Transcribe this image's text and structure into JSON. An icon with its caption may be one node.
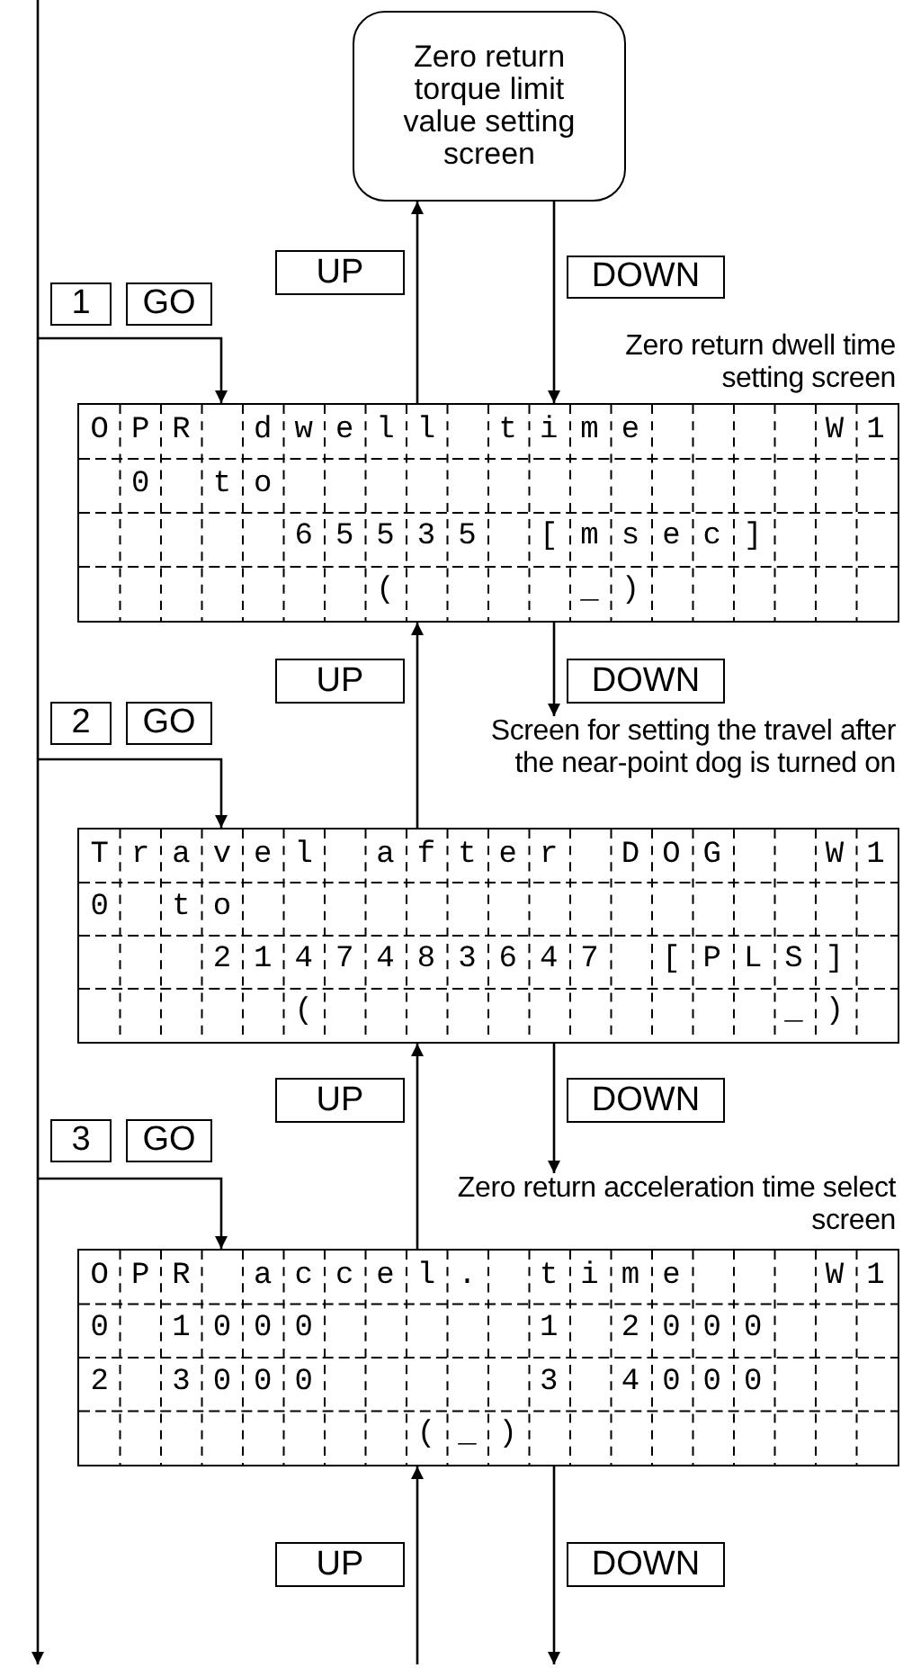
{
  "diagram": {
    "nodes": [
      {
        "text": [
          "Zero return torque limit value setting screen"
        ]
      },
      {
        "text": [
          "OPR dwell time    W1",
          " 0 to",
          "     65535 [msec]",
          "       (    _)"
        ],
        "beside": [
          "Zero return dwell time setting screen"
        ]
      },
      {
        "text": [
          "Travel after DOG  W1",
          "0 to",
          "   2147483647 [PLS]",
          "     (           _)"
        ],
        "beside": [
          "Screen for setting the travel after the near-point dog is turned on"
        ]
      },
      {
        "text": [
          "OPR accel. time   W1",
          "0 1000     1 2000",
          "2 3000     3 4000",
          "        (_)"
        ],
        "beside": [
          "Zero return acceleration time select screen"
        ]
      }
    ],
    "edges": [
      {
        "from": 1,
        "to": 0,
        "arrow": "to",
        "label": "UP"
      },
      {
        "from": 0,
        "to": 1,
        "arrow": "to",
        "label": "DOWN"
      },
      {
        "from": 2,
        "to": 1,
        "arrow": "to",
        "label": "UP"
      },
      {
        "from": 1,
        "to": 2,
        "arrow": "to",
        "label": "DOWN"
      },
      {
        "from": 3,
        "to": 2,
        "arrow": "to",
        "label": "UP"
      },
      {
        "from": 2,
        "to": 3,
        "arrow": "to",
        "label": "DOWN"
      },
      {
        "from": null,
        "to": 3,
        "arrow": "to",
        "label": "UP"
      },
      {
        "from": 3,
        "to": null,
        "arrow": "to",
        "label": "DOWN"
      },
      {
        "from": null,
        "to": 1,
        "arrow": "to",
        "label": "GO"
      },
      {
        "from": null,
        "to": 2,
        "arrow": "to",
        "label": "GO"
      },
      {
        "from": null,
        "to": 3,
        "arrow": "to",
        "label": "GO"
      }
    ],
    "labels": [
      "1",
      "2",
      "3"
    ]
  }
}
